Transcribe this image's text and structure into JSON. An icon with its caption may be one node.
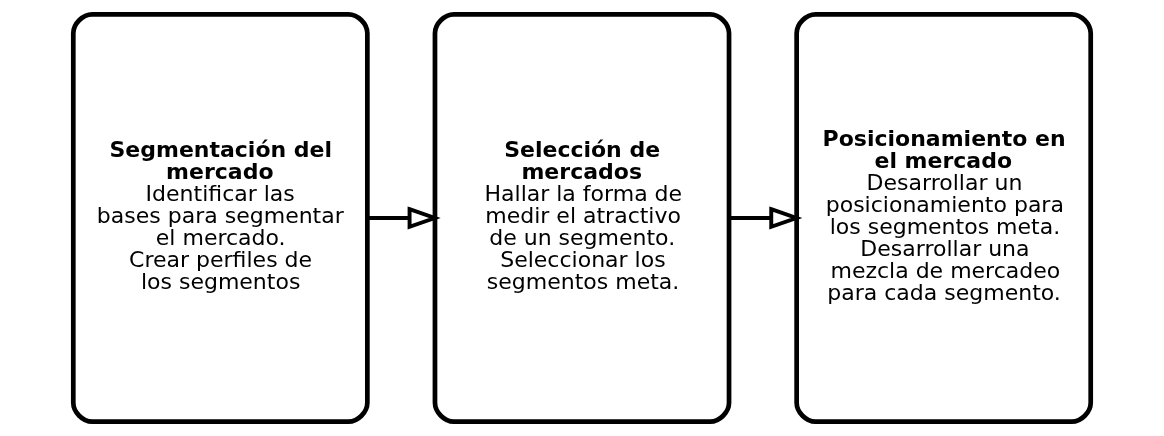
{
  "diagram": {
    "nodes": [
      {
        "text": [
          "Segmentación del mercado",
          "Identificar las bases para segmentar el mercado.",
          "Crear perfiles de los segmentos"
        ]
      },
      {
        "text": [
          "Selección de mercados",
          "Hallar la forma de medir el atractivo de un segmento.",
          "Seleccionar los segmentos meta."
        ]
      },
      {
        "text": [
          "Posicionamiento en el mercado",
          "Desarrollar un posicionamiento para los segmentos meta.",
          "Desarrollar una mezcla de mercadeo para cada segmento."
        ]
      }
    ],
    "edges": [
      {
        "from": 0,
        "to": 1,
        "arrow": "to"
      },
      {
        "from": 1,
        "to": 2,
        "arrow": "to"
      }
    ]
  }
}
